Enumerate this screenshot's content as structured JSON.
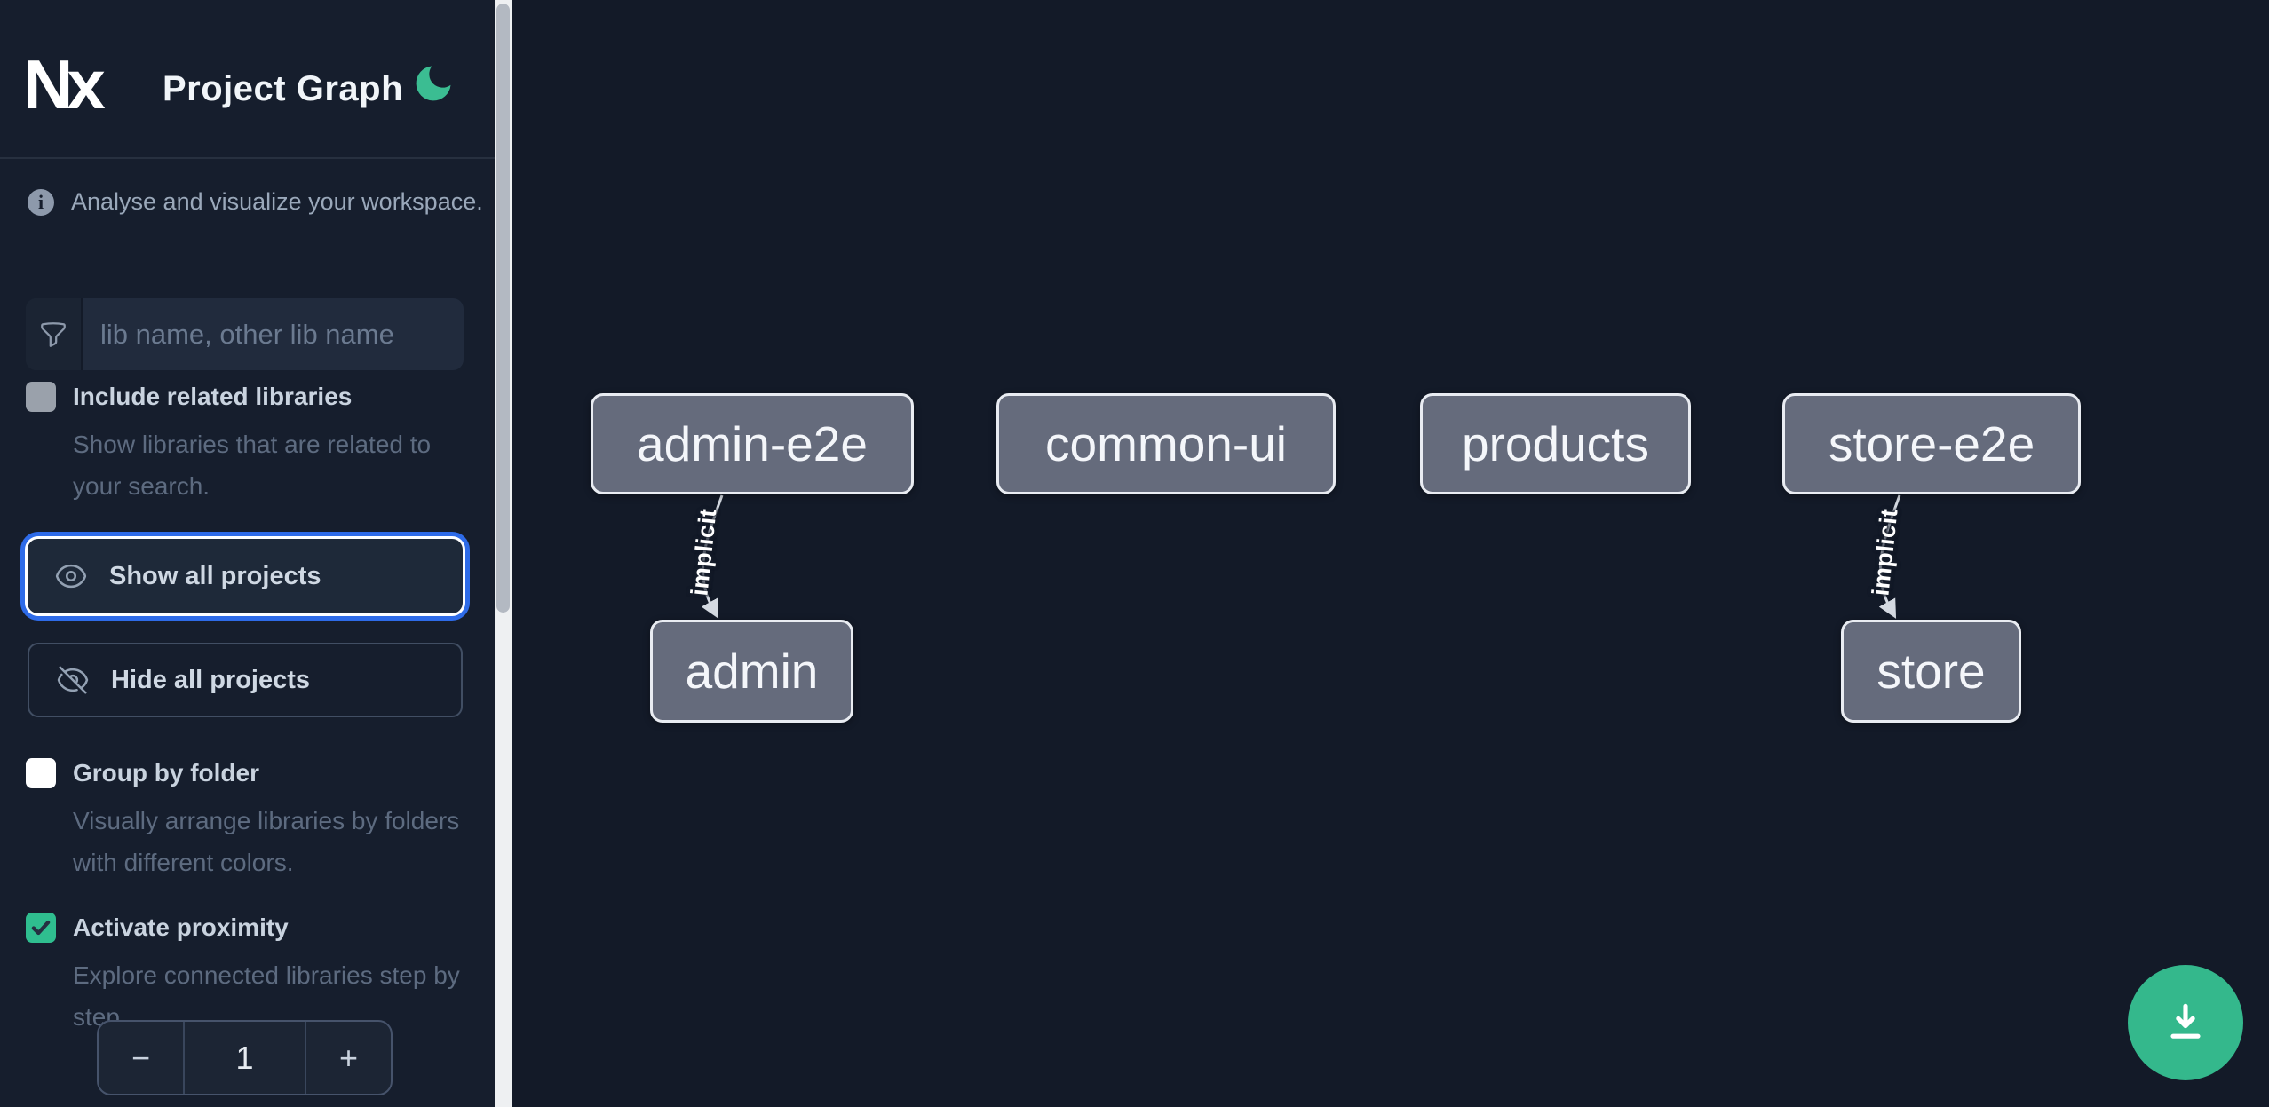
{
  "header": {
    "logo_text": "Nx",
    "title": "Project Graph"
  },
  "sidebar": {
    "info_text": "Analyse and visualize your workspace.",
    "search": {
      "placeholder": "lib name, other lib name"
    },
    "options": [
      {
        "label": "Include related libraries",
        "description": "Show libraries that are related to your search.",
        "checked": false
      },
      {
        "label": "Group by folder",
        "description": "Visually arrange libraries by folders with different colors.",
        "checked": false
      },
      {
        "label": "Activate proximity",
        "description": "Explore connected libraries step by step.",
        "checked": true
      }
    ],
    "actions": [
      {
        "label": "Show all projects",
        "icon": "eye-icon",
        "focused": true
      },
      {
        "label": "Hide all projects",
        "icon": "eye-off-icon",
        "focused": false
      }
    ],
    "proximity_stepper": {
      "decrement": "−",
      "value": "1",
      "increment": "+"
    }
  },
  "graph": {
    "nodes": [
      {
        "id": "admin-e2e"
      },
      {
        "id": "common-ui"
      },
      {
        "id": "products"
      },
      {
        "id": "store-e2e"
      },
      {
        "id": "admin"
      },
      {
        "id": "store"
      }
    ],
    "edges": [
      {
        "source": "admin-e2e",
        "target": "admin",
        "label": "implicit"
      },
      {
        "source": "store-e2e",
        "target": "store",
        "label": "implicit"
      }
    ]
  },
  "fab": {
    "icon": "download-icon"
  },
  "colors": {
    "accent_green": "#34b88c",
    "focus_blue": "#2e6be8",
    "node_fill": "#656b7c",
    "node_border": "#e9ecf2",
    "sidebar_bg": "#161e2d",
    "canvas_bg": "#131a28"
  }
}
